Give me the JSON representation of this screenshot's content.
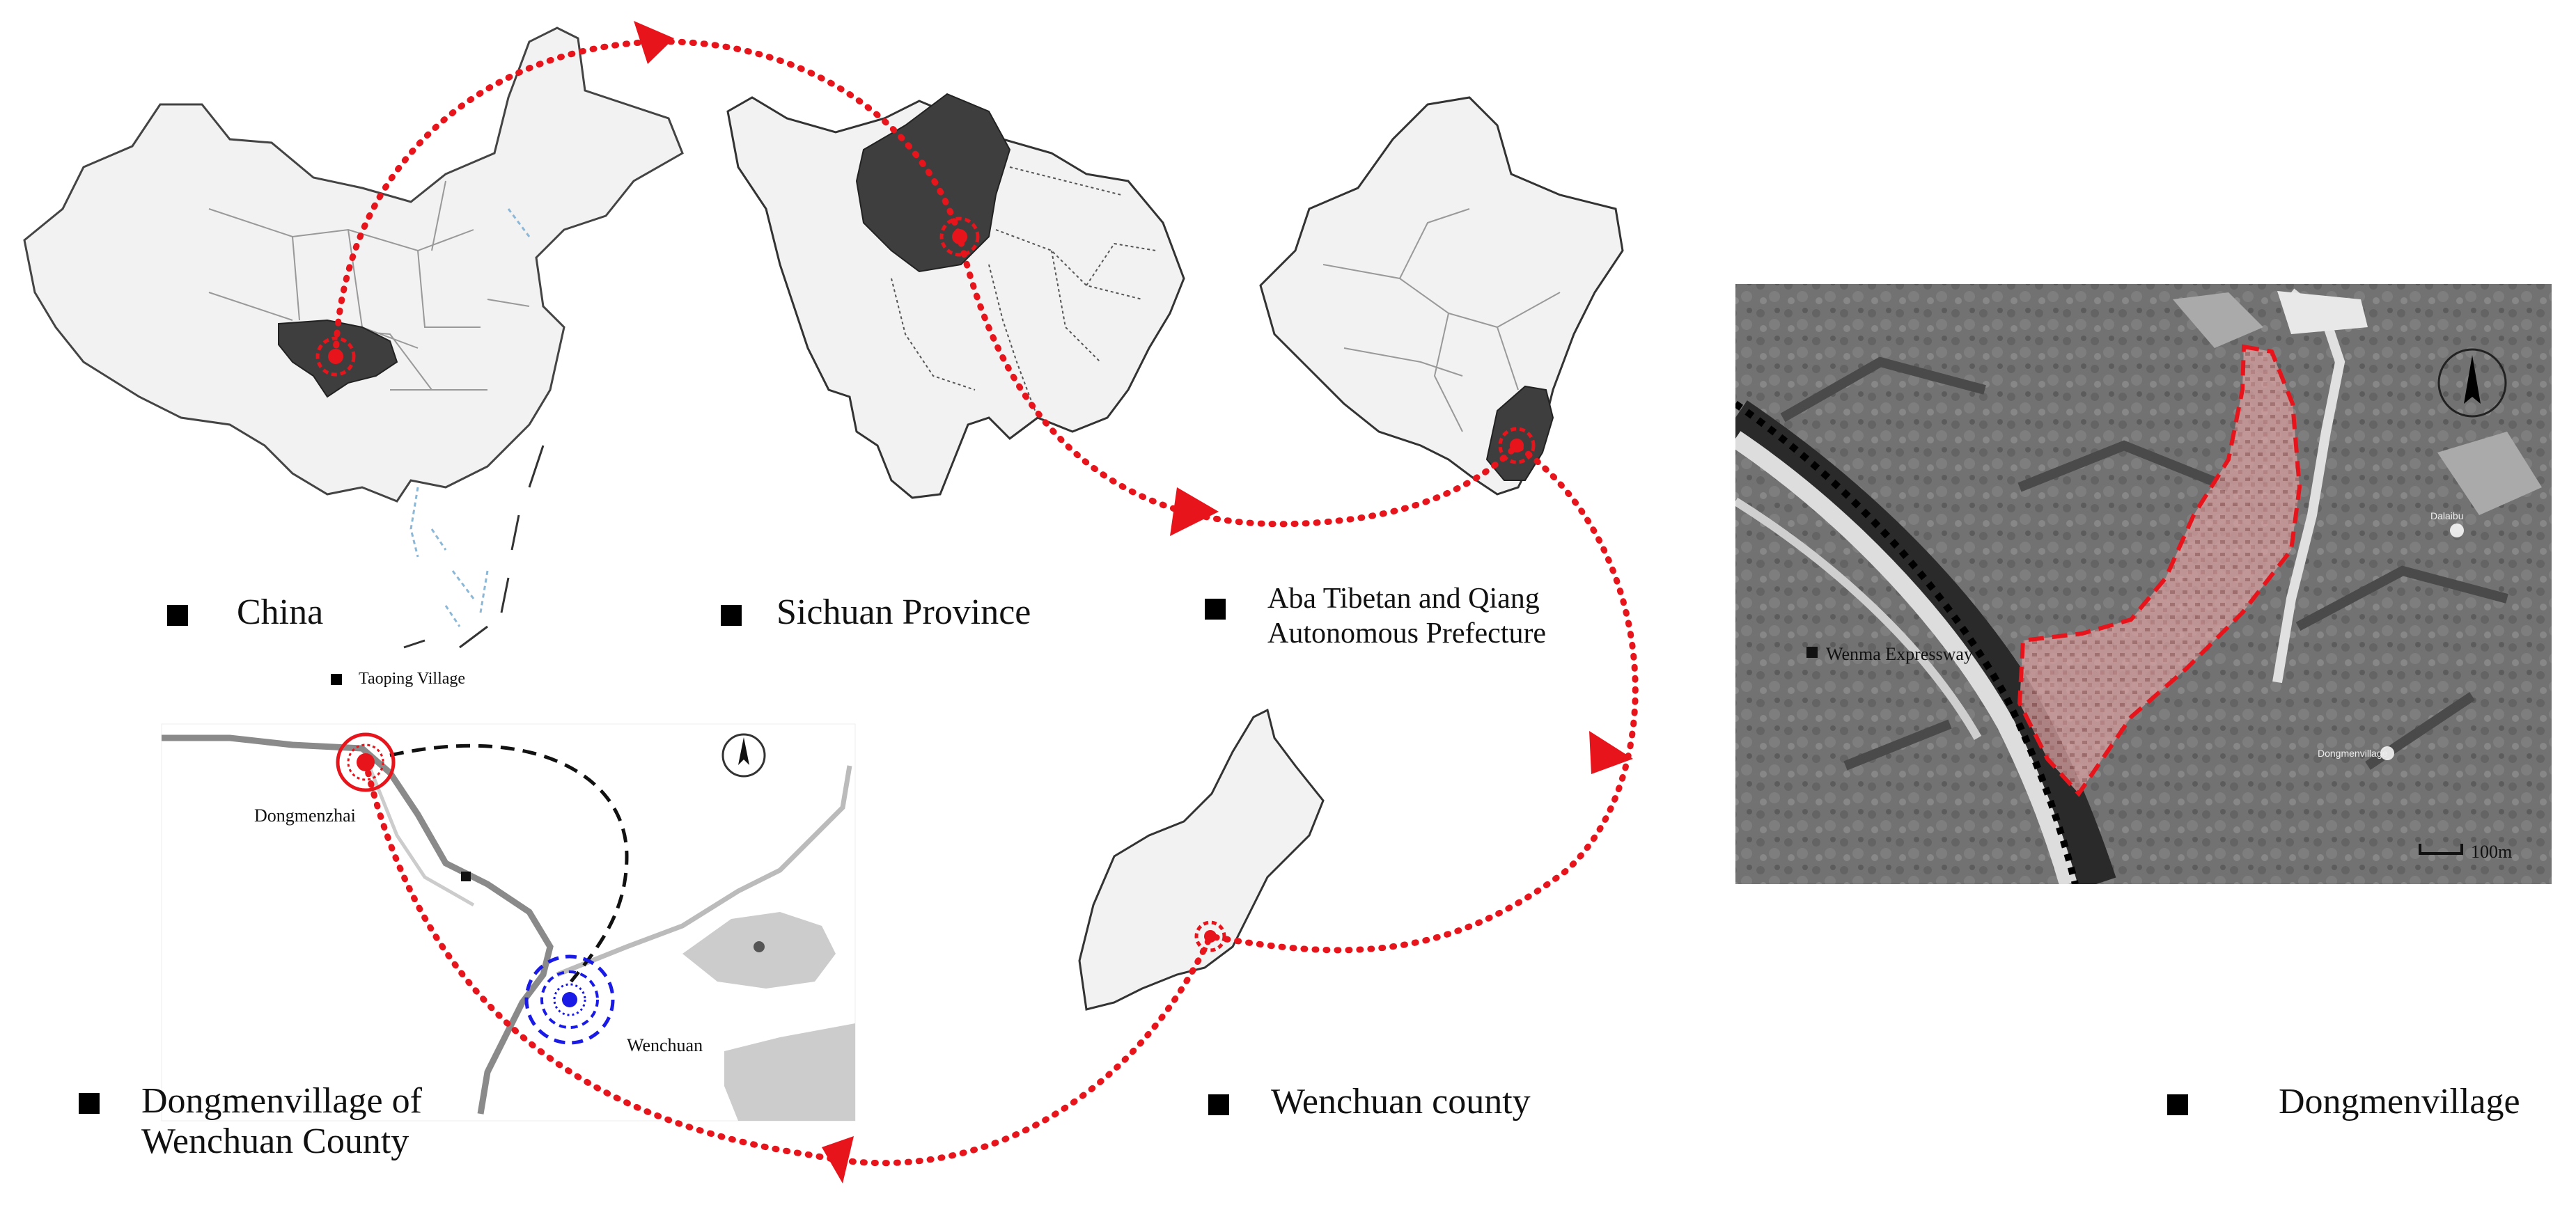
{
  "labels": {
    "china": "China",
    "sichuan": "Sichuan Province",
    "aba_line1": "Aba Tibetan and Qiang",
    "aba_line2": "Autonomous Prefecture",
    "taoping": "Taoping Village",
    "dongmenzhai": "Dongmenzhai",
    "wenchuan": "Wenchuan",
    "dongmen_county_line1": "Dongmenvillage of",
    "dongmen_county_line2": "Wenchuan County",
    "wenchuan_county": "Wenchuan county",
    "dongmenvillage": "Dongmenvillage",
    "wenma": "Wenma Expressway",
    "scale": "100m",
    "sat_poi_1": "Dalaibu",
    "sat_poi_2": "Dongmenvillage"
  },
  "colors": {
    "highlight": "#3e3e3e",
    "region_fill": "#f2f2f2",
    "route_red": "#e8141c",
    "route_black": "#111111",
    "target_blue": "#1a1ae6",
    "village_overlay": "#f08a8a"
  },
  "icons": [
    "north-arrow-icon",
    "location-target-icon",
    "route-arrow-icon"
  ]
}
